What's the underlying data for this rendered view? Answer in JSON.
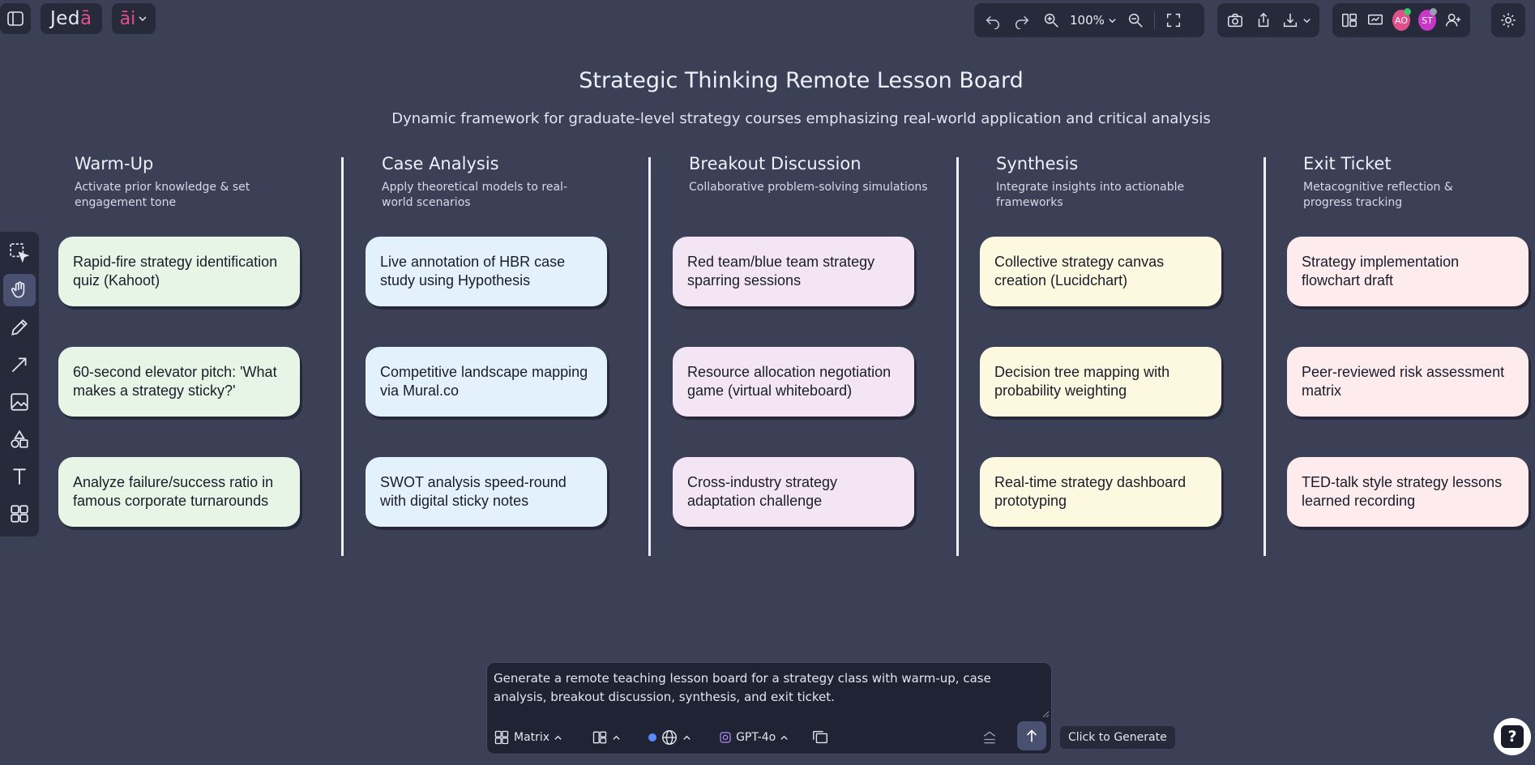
{
  "app": {
    "logo_main": "Jed",
    "logo_accent": "ā",
    "ai_label": "āi"
  },
  "toolbar": {
    "zoom": "100%",
    "avatars": [
      {
        "initials": "AO",
        "color": "#e0508a",
        "dot": "#3ec46d"
      },
      {
        "initials": "ST",
        "color": "#c838c8",
        "dot": "#9aa0b4"
      }
    ]
  },
  "board": {
    "title": "Strategic Thinking Remote Lesson Board",
    "subtitle": "Dynamic framework for graduate-level strategy courses emphasizing real-world application and critical analysis",
    "columns": [
      {
        "title": "Warm-Up",
        "description": "Activate prior knowledge & set engagement tone",
        "color": "#e7f5e7",
        "cards": [
          "Rapid-fire strategy identification quiz (Kahoot)",
          "60-second elevator pitch: 'What makes a strategy sticky?'",
          "Analyze failure/success ratio in famous corporate turnarounds"
        ]
      },
      {
        "title": "Case Analysis",
        "description": "Apply theoretical models to real-world scenarios",
        "color": "#e3f1fd",
        "cards": [
          "Live annotation of HBR case study using Hypothesis",
          "Competitive landscape mapping via Mural.co",
          "SWOT analysis speed-round with digital sticky notes"
        ]
      },
      {
        "title": "Breakout Discussion",
        "description": "Collaborative problem-solving simulations",
        "color": "#f4e5f5",
        "cards": [
          "Red team/blue team strategy sparring sessions",
          "Resource allocation negotiation game (virtual whiteboard)",
          "Cross-industry strategy adaptation challenge"
        ]
      },
      {
        "title": "Synthesis",
        "description": "Integrate insights into actionable frameworks",
        "color": "#fdf8e0",
        "cards": [
          "Collective strategy canvas creation (Lucidchart)",
          "Decision tree mapping with probability weighting",
          "Real-time strategy dashboard prototyping"
        ]
      },
      {
        "title": "Exit Ticket",
        "description": "Metacognitive reflection & progress tracking",
        "color": "#fdebee",
        "cards": [
          "Strategy implementation flowchart draft",
          "Peer-reviewed risk assessment matrix",
          "TED-talk style strategy lessons learned recording"
        ]
      }
    ]
  },
  "prompt": {
    "text": "Generate a remote teaching lesson board for a strategy class with warm-up, case analysis, breakout discussion, synthesis, and exit ticket.",
    "layout_label": "Matrix",
    "model_label": "GPT-4o",
    "tooltip": "Click to Generate"
  },
  "help": {
    "label": "?"
  }
}
